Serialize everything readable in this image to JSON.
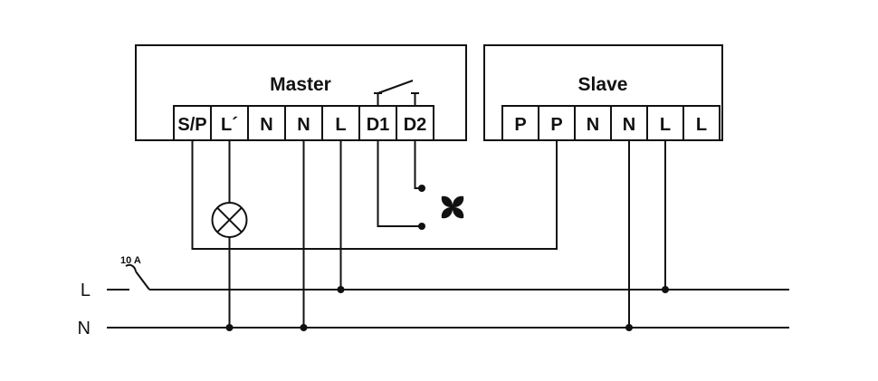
{
  "diagram": {
    "master": {
      "title": "Master",
      "terminals": [
        "S/P",
        "L´",
        "N",
        "N",
        "L",
        "D1",
        "D2"
      ]
    },
    "slave": {
      "title": "Slave",
      "terminals": [
        "P",
        "P",
        "N",
        "N",
        "L",
        "L"
      ]
    },
    "breaker": {
      "label": "10 A"
    },
    "bus": {
      "l_label": "L",
      "n_label": "N"
    },
    "symbols": {
      "lamp": "lamp-icon",
      "fan": "fan-icon",
      "switch": "switch-contact-icon",
      "breaker": "breaker-icon"
    },
    "colors": {
      "line": "#111111",
      "background": "#ffffff"
    }
  }
}
